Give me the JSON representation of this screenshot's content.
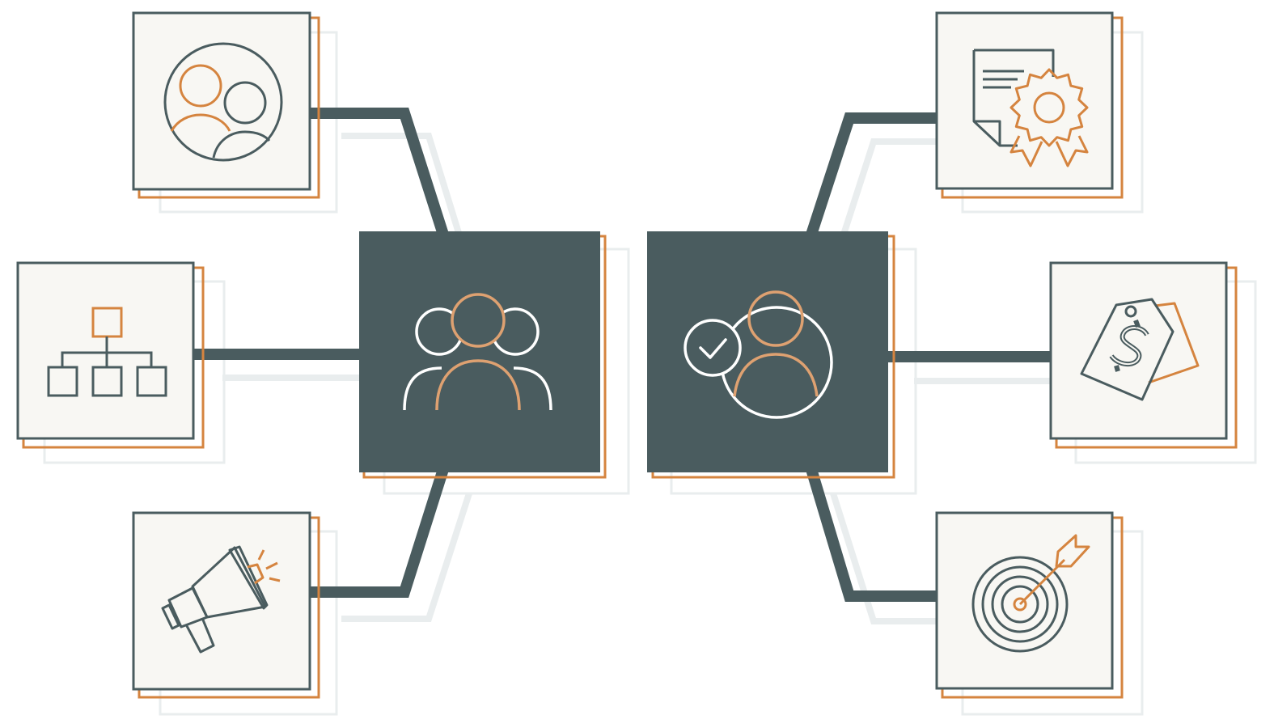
{
  "colors": {
    "slate": "#4a5c5f",
    "orange": "#d5843f",
    "peach": "#dea171",
    "card": "#f8f7f3",
    "ghost": "#e9edee",
    "white": "#ffffff"
  },
  "diagram": {
    "hubs": [
      {
        "id": "team",
        "icon": "group-of-people-icon",
        "connects_to": [
          "people-circle",
          "org-chart",
          "megaphone"
        ]
      },
      {
        "id": "user",
        "icon": "verified-user-icon",
        "connects_to": [
          "certificate",
          "price-tag",
          "target"
        ]
      }
    ],
    "nodes": [
      {
        "id": "people-circle",
        "icon": "people-circle-icon"
      },
      {
        "id": "org-chart",
        "icon": "org-chart-icon"
      },
      {
        "id": "megaphone",
        "icon": "megaphone-icon"
      },
      {
        "id": "certificate",
        "icon": "certificate-award-icon"
      },
      {
        "id": "price-tag",
        "icon": "dollar-price-tag-icon"
      },
      {
        "id": "target",
        "icon": "target-arrow-icon"
      }
    ]
  }
}
